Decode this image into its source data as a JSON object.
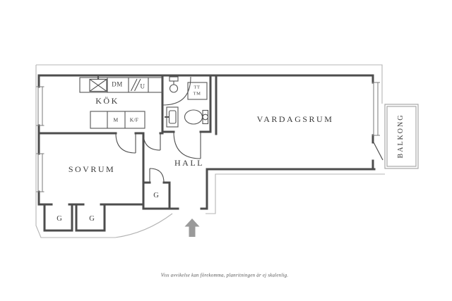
{
  "plan": {
    "rooms": {
      "kitchen": "KÖK",
      "bedroom": "SOVRUM",
      "hall": "HALL",
      "living_room": "VARDAGSRUM",
      "balcony": "BALKONG"
    },
    "closet_labels": [
      "G",
      "G",
      "G"
    ],
    "appliances": {
      "dishwasher": "DM",
      "oven": "U",
      "micro": "M",
      "fridge_freezer": "K/F",
      "dryer": "TT",
      "washer": "TM"
    },
    "caption": "Viss avvikelse kan förekomma, planritningen är ej skalenlig.",
    "colors": {
      "wall": "#4d4d4d",
      "outer_outline": "#b4b4b4",
      "fixture": "#555555",
      "window": "#7a7a7a",
      "balcony_outline": "#a8a8a8",
      "arrow": "#9a9a9a",
      "label": "#3a3a3a"
    }
  }
}
